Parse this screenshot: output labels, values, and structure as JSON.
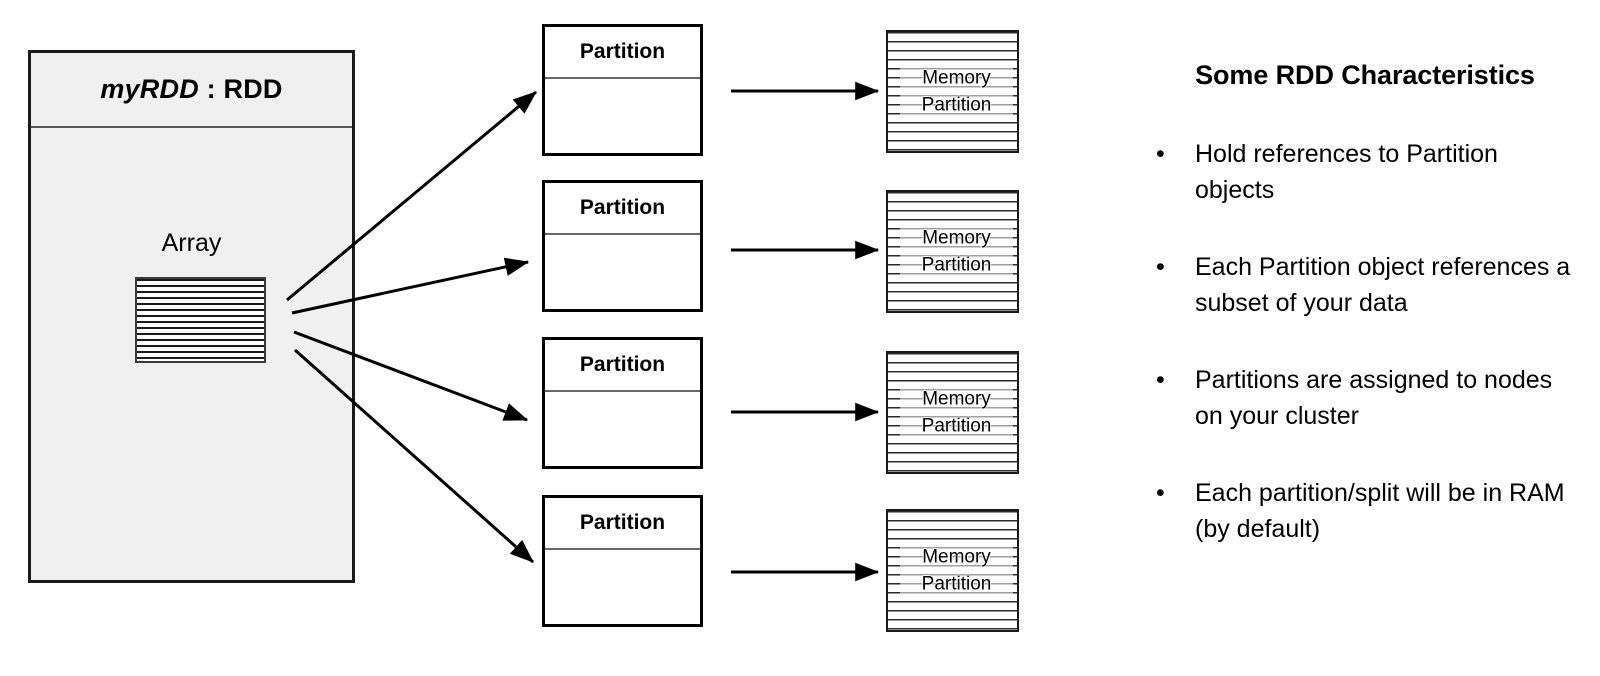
{
  "rdd": {
    "title_name": "myRDD",
    "title_rest": " : RDD",
    "array_label": "Array",
    "array_icon": "striped-array-block"
  },
  "partitions": [
    {
      "label": "Partition"
    },
    {
      "label": "Partition"
    },
    {
      "label": "Partition"
    },
    {
      "label": "Partition"
    }
  ],
  "memory_partitions": [
    {
      "line1": "Memory",
      "line2": "Partition"
    },
    {
      "line1": "Memory",
      "line2": "Partition"
    },
    {
      "line1": "Memory",
      "line2": "Partition"
    },
    {
      "line1": "Memory",
      "line2": "Partition"
    }
  ],
  "panel": {
    "title": "Some RDD Characteristics",
    "bullet_marker": "•",
    "bullets": [
      {
        "text": "Hold references to Partition objects"
      },
      {
        "text": "Each Partition object references a subset of your data"
      },
      {
        "text": "Partitions are assigned to nodes on your cluster"
      },
      {
        "text": "Each partition/split will be in RAM (by default)"
      }
    ]
  },
  "colors": {
    "rdd_fill": "#f0f0f0",
    "stroke": "#000000",
    "divider": "#666666",
    "background": "#ffffff"
  },
  "arrows": {
    "fanout_count": 4,
    "horizontal_count": 4,
    "description": "array-to-partition fan-out arrows and partition-to-memory horizontal arrows"
  }
}
